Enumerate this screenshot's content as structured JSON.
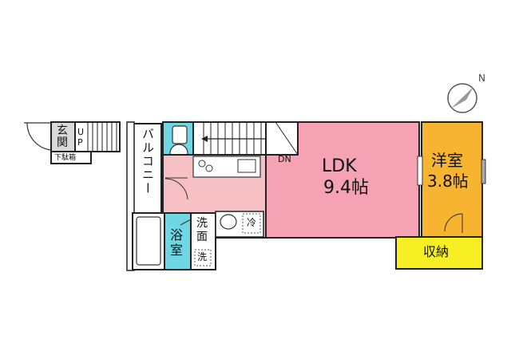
{
  "compass": {
    "north_label": "N"
  },
  "entrance": {
    "genkan_label": "玄\n関",
    "up_label": "U\nP",
    "shoe_box_label": "下駄箱"
  },
  "balcony": {
    "label": "バルコニー"
  },
  "rooms": {
    "ldk": {
      "name": "LDK",
      "size": "9.4帖",
      "color": "#f5a3b4"
    },
    "western": {
      "name": "洋室",
      "size": "3.8帖",
      "color": "#f7b431"
    },
    "storage": {
      "name": "収納",
      "color": "#f7ee24"
    },
    "bath": {
      "name": "浴\n室",
      "color": "#6fd6e4"
    },
    "washroom": {
      "name": "洗\n面"
    },
    "toilet_color": "#6fd6e4",
    "corridor_color": "#f7c0c4"
  },
  "fixtures": {
    "fridge_label": "冷",
    "washer_label": "洗",
    "stairs_down_label": "DN"
  }
}
